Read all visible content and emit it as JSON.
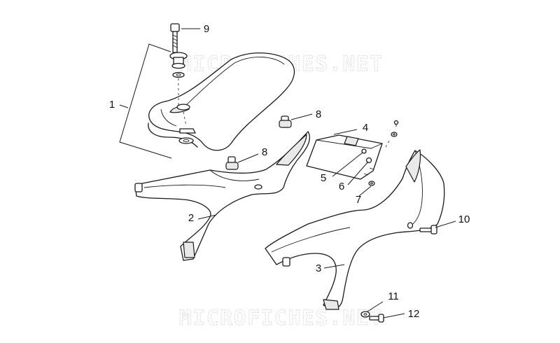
{
  "watermark": {
    "top": "MICROFICHES.NET",
    "bottom": "MICROFICHES.NET"
  },
  "callouts": {
    "c1": "1",
    "c2": "2",
    "c3": "3",
    "c4": "4",
    "c5": "5",
    "c6": "6",
    "c7": "7",
    "c8a": "8",
    "c8b": "8",
    "c9": "9",
    "c10": "10",
    "c11": "11",
    "c12": "12"
  }
}
